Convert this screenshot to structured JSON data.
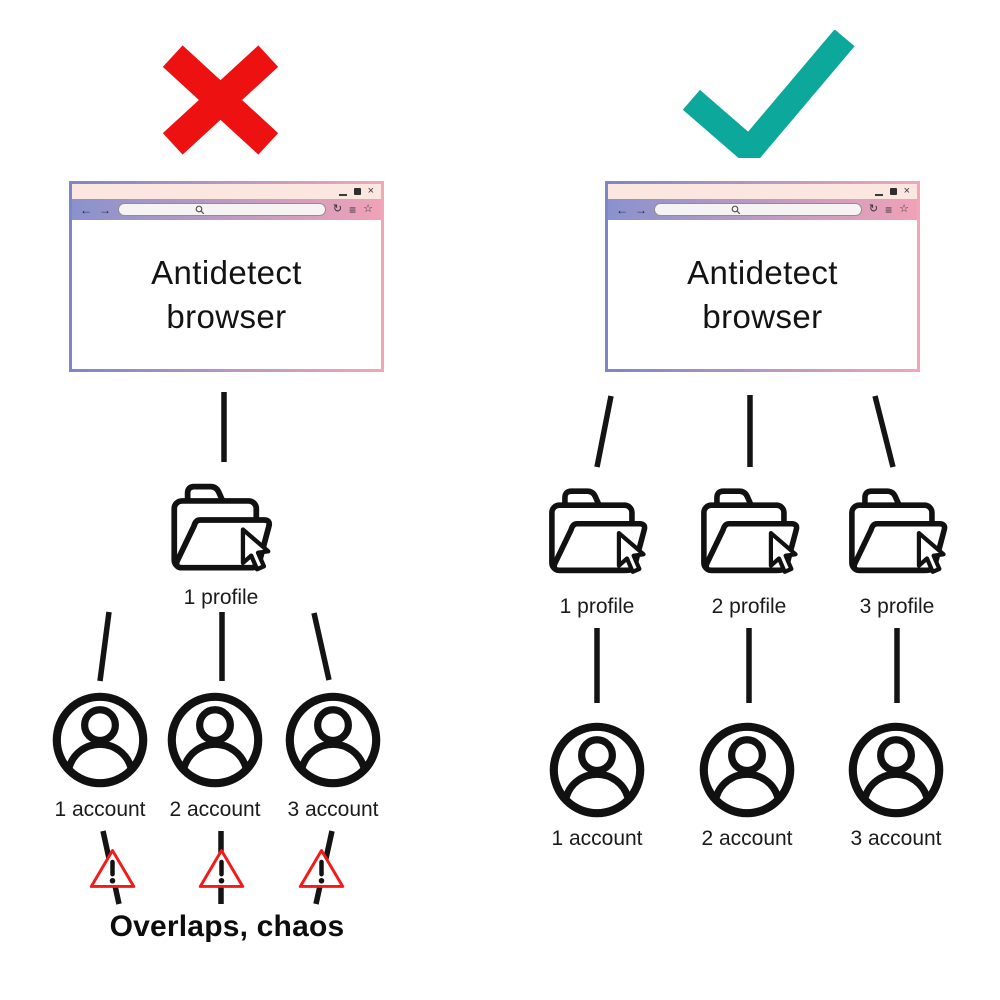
{
  "diagram": {
    "bad": {
      "verdict": "cross",
      "browser_title": "Antidetect browser",
      "profile_labels": [
        "1 profile"
      ],
      "account_labels": [
        "1 account",
        "2 account",
        "3 account"
      ],
      "caption": "Overlaps, chaos"
    },
    "good": {
      "verdict": "check",
      "browser_title": "Antidetect browser",
      "profile_labels": [
        "1 profile",
        "2 profile",
        "3 profile"
      ],
      "account_labels": [
        "1 account",
        "2 account",
        "3 account"
      ]
    }
  },
  "browser_chrome": {
    "back_arrow": "←",
    "forward_arrow": "→",
    "reload": "↻",
    "menu": "≡",
    "bookmark": "☆",
    "close": "×"
  },
  "colors": {
    "cross_red": "#ee1111",
    "check_teal": "#0ba89b",
    "warning_red": "#f51a1a",
    "line_black": "#141414",
    "titlebar_pink": "#fce6e0",
    "addressbar_gradient_left": "#8a92ce",
    "addressbar_gradient_right": "#f0a2b7",
    "border_gradient_left": "#7d87c5",
    "border_gradient_right": "#f2a6ba"
  }
}
